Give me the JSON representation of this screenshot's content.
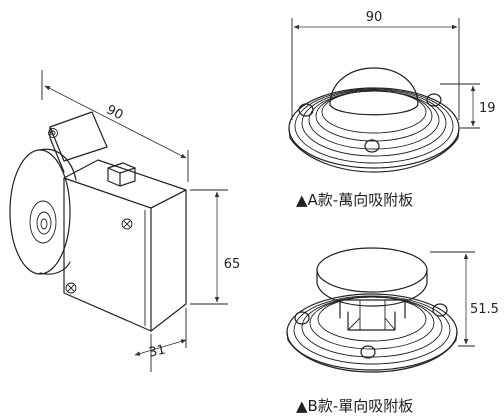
{
  "left_device": {
    "dim_width": "90",
    "dim_height": "65",
    "dim_depth": "31"
  },
  "plate_a": {
    "dim_width": "90",
    "dim_height": "19",
    "caption": "▲A款-萬向吸附板"
  },
  "plate_b": {
    "dim_height": "51.5",
    "caption": "▲B款-單向吸附板"
  },
  "colors": {
    "line": "#222222",
    "background": "#ffffff"
  }
}
